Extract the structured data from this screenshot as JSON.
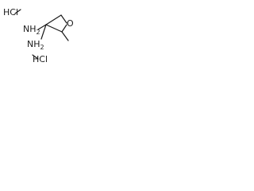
{
  "structure": {
    "salt_top": "HCl",
    "salt_bottom": "HCl",
    "amine_1": "NH",
    "amine_2": "NH",
    "ring_oxygen": "O"
  },
  "colors": {
    "ink": "#1a1a1a",
    "background": "#ffffff"
  }
}
